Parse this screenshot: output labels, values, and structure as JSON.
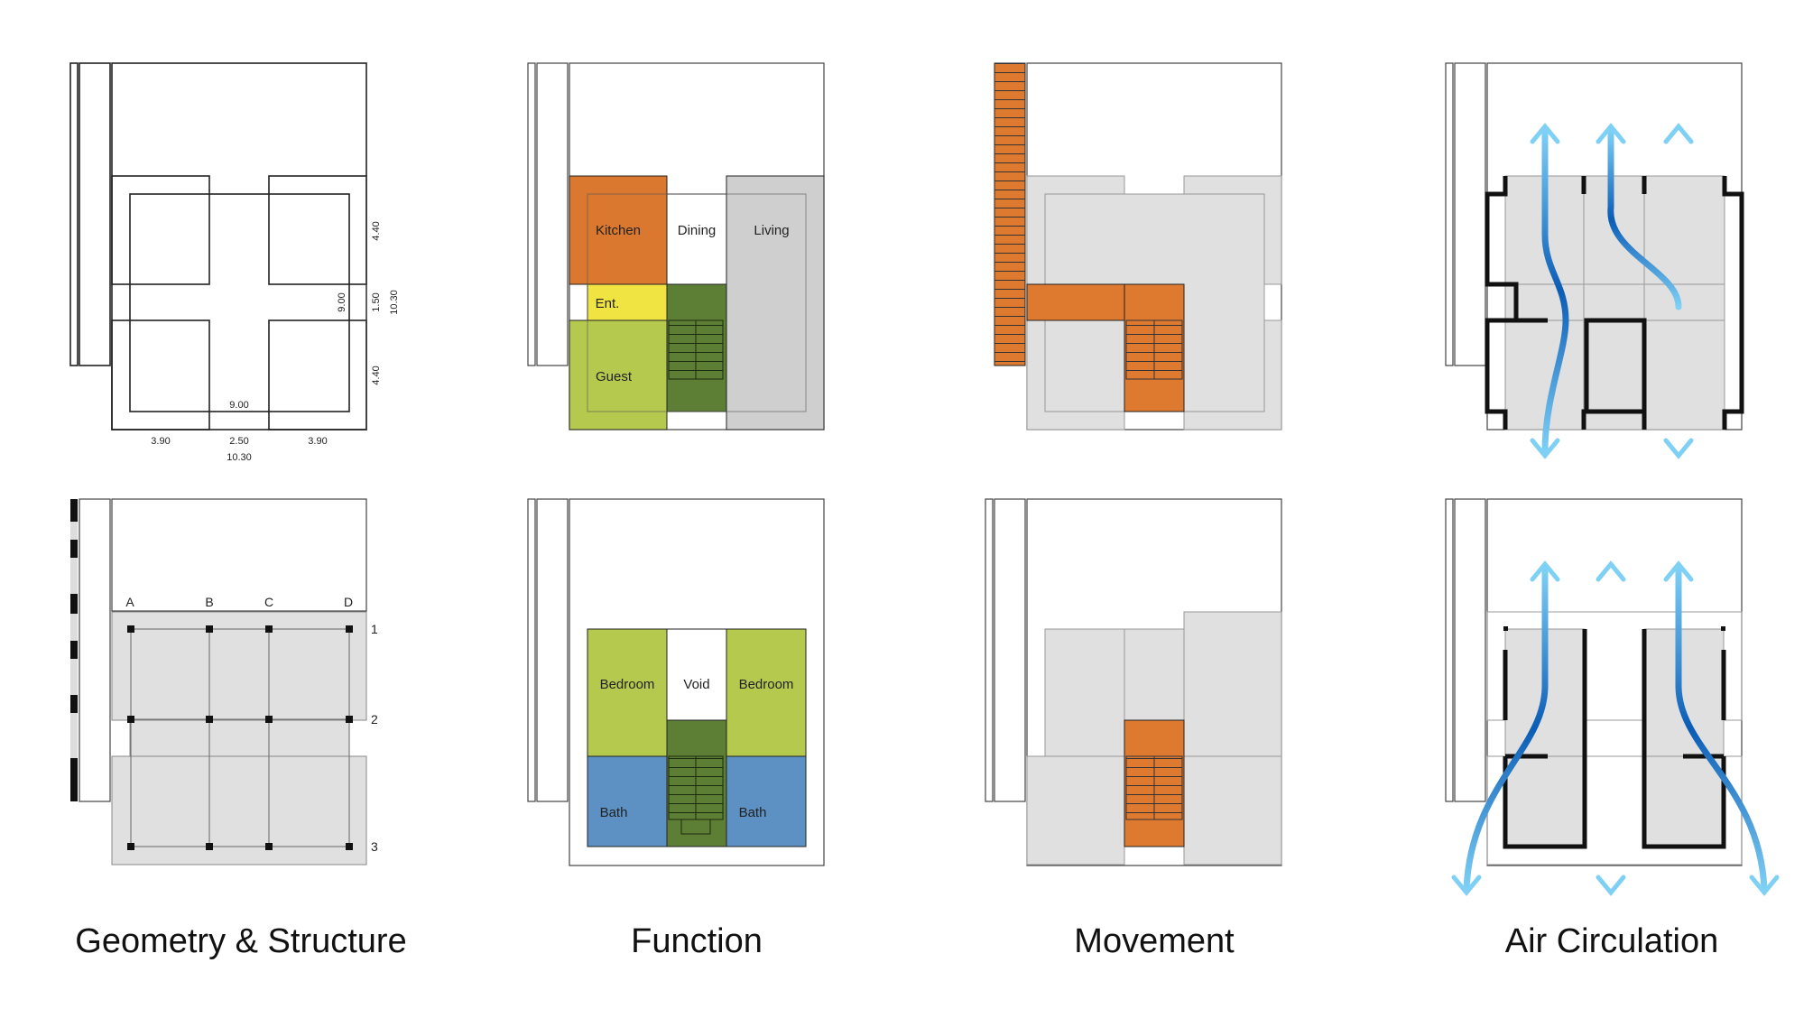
{
  "captions": {
    "geometry": "Geometry & Structure",
    "function": "Function",
    "movement": "Movement",
    "air": "Air Circulation"
  },
  "dimensions": {
    "d440_top": "4.40",
    "d150": "1.50",
    "d1030_v": "10.30",
    "d900_v": "9.00",
    "d440_bot": "4.40",
    "d900_h": "9.00",
    "d390_l": "3.90",
    "d250": "2.50",
    "d390_r": "3.90",
    "d1030_h": "10.30"
  },
  "grid_labels": {
    "cols": [
      "A",
      "B",
      "C",
      "D"
    ],
    "rows": [
      "1",
      "2",
      "3"
    ]
  },
  "rooms_ground": {
    "kitchen": "Kitchen",
    "dining": "Dining",
    "living": "Living",
    "entrance": "Ent.",
    "guest": "Guest"
  },
  "rooms_upper": {
    "bedroom_left": "Bedroom",
    "void": "Void",
    "bedroom_right": "Bedroom",
    "bath_left": "Bath",
    "bath_right": "Bath"
  },
  "colors": {
    "kitchen": "#d9782e",
    "dining": "#ffffff",
    "living": "#cfcfcf",
    "entrance": "#f0e442",
    "guest": "#b5c94e",
    "stair": "#5d7e35",
    "bedroom": "#b5c94e",
    "bath": "#5d91c3",
    "movement": "#dd7a30",
    "slab": "#e0e0e0",
    "airflow_dark": "#0b5cb5",
    "airflow_light": "#7fd0f5"
  },
  "icons": [
    "staircase-icon",
    "column-marker-icon",
    "airflow-arrow-icon"
  ]
}
